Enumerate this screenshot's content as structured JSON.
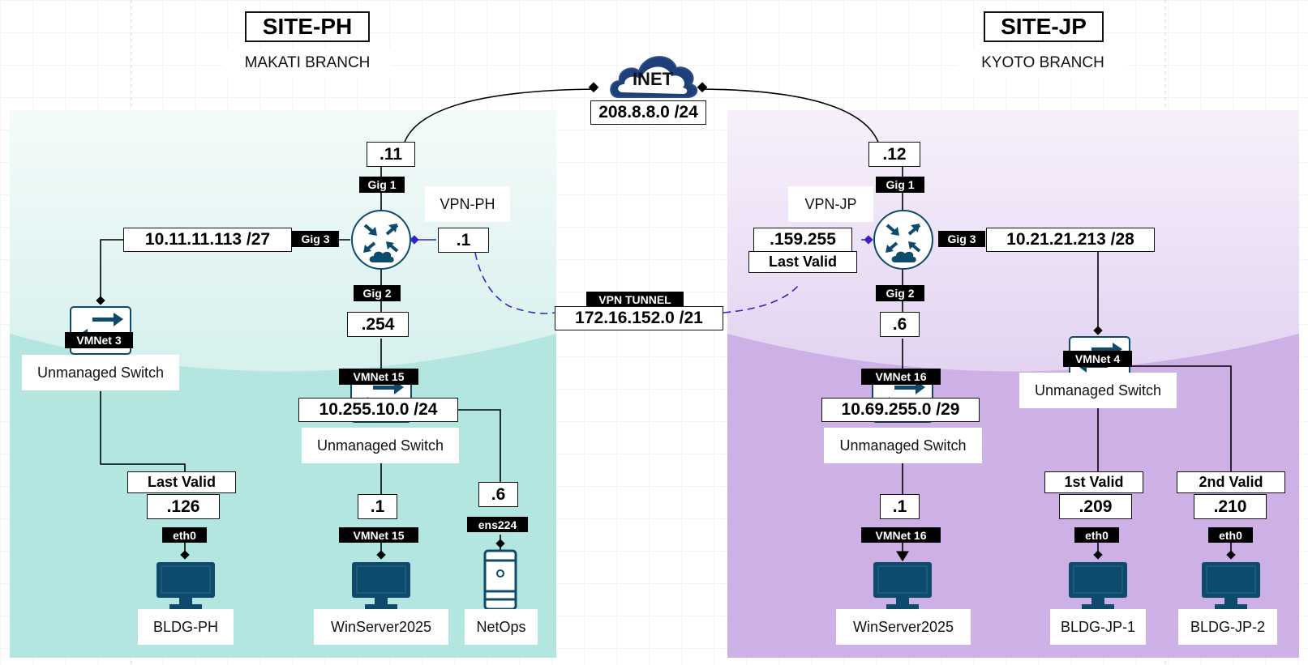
{
  "sites": {
    "ph": {
      "title": "SITE-PH",
      "subtitle": "MAKATI BRANCH"
    },
    "jp": {
      "title": "SITE-JP",
      "subtitle": "KYOTO BRANCH"
    }
  },
  "inet": {
    "label": "INET",
    "network": "208.8.8.0 /24"
  },
  "vpn": {
    "tag": "VPN TUNNEL",
    "network": "172.16.152.0 /21"
  },
  "ph": {
    "router": {
      "name": "VPN-PH",
      "gig1": "Gig 1",
      "gig2": "Gig 2",
      "gig3": "Gig 3",
      "wan_ip": ".11",
      "vpn_ip": ".1",
      "lan_ip": ".254"
    },
    "left_switch": {
      "vmnet": "VMNet 3",
      "network": "10.11.11.113 /27",
      "label": "Unmanaged Switch"
    },
    "mid_switch": {
      "vmnet": "VMNet 15",
      "network": "10.255.10.0 /24",
      "label": "Unmanaged Switch"
    },
    "hosts": [
      {
        "name": "BLDG-PH",
        "note": "Last Valid",
        "ip": ".126",
        "iface": "eth0"
      },
      {
        "name": "WinServer2025",
        "ip": ".1",
        "iface": "VMNet 15"
      },
      {
        "name": "NetOps",
        "ip": ".6",
        "iface": "ens224"
      }
    ]
  },
  "jp": {
    "router": {
      "name": "VPN-JP",
      "gig1": "Gig 1",
      "gig2": "Gig 2",
      "gig3": "Gig 3",
      "wan_ip": ".12",
      "vpn_ip": ".159.255",
      "vpn_note": "Last Valid",
      "lan_ip": ".6"
    },
    "mid_switch": {
      "vmnet": "VMNet 16",
      "network": "10.69.255.0 /29",
      "label": "Unmanaged Switch"
    },
    "right_switch": {
      "vmnet": "VMNet 4",
      "network": "10.21.21.213 /28",
      "label": "Unmanaged Switch"
    },
    "hosts": [
      {
        "name": "WinServer2025",
        "ip": ".1",
        "iface": "VMNet 16"
      },
      {
        "name": "BLDG-JP-1",
        "note": "1st Valid",
        "ip": ".209",
        "iface": "eth0"
      },
      {
        "name": "BLDG-JP-2",
        "note": "2nd Valid",
        "ip": ".210",
        "iface": "eth0"
      }
    ]
  },
  "colors": {
    "ph_zone": "#b3e6e0",
    "jp_zone": "#cdb0e6",
    "device": "#0e4a6b",
    "cloud": "#1f3f78",
    "vpn_line": "#3a22c8"
  }
}
